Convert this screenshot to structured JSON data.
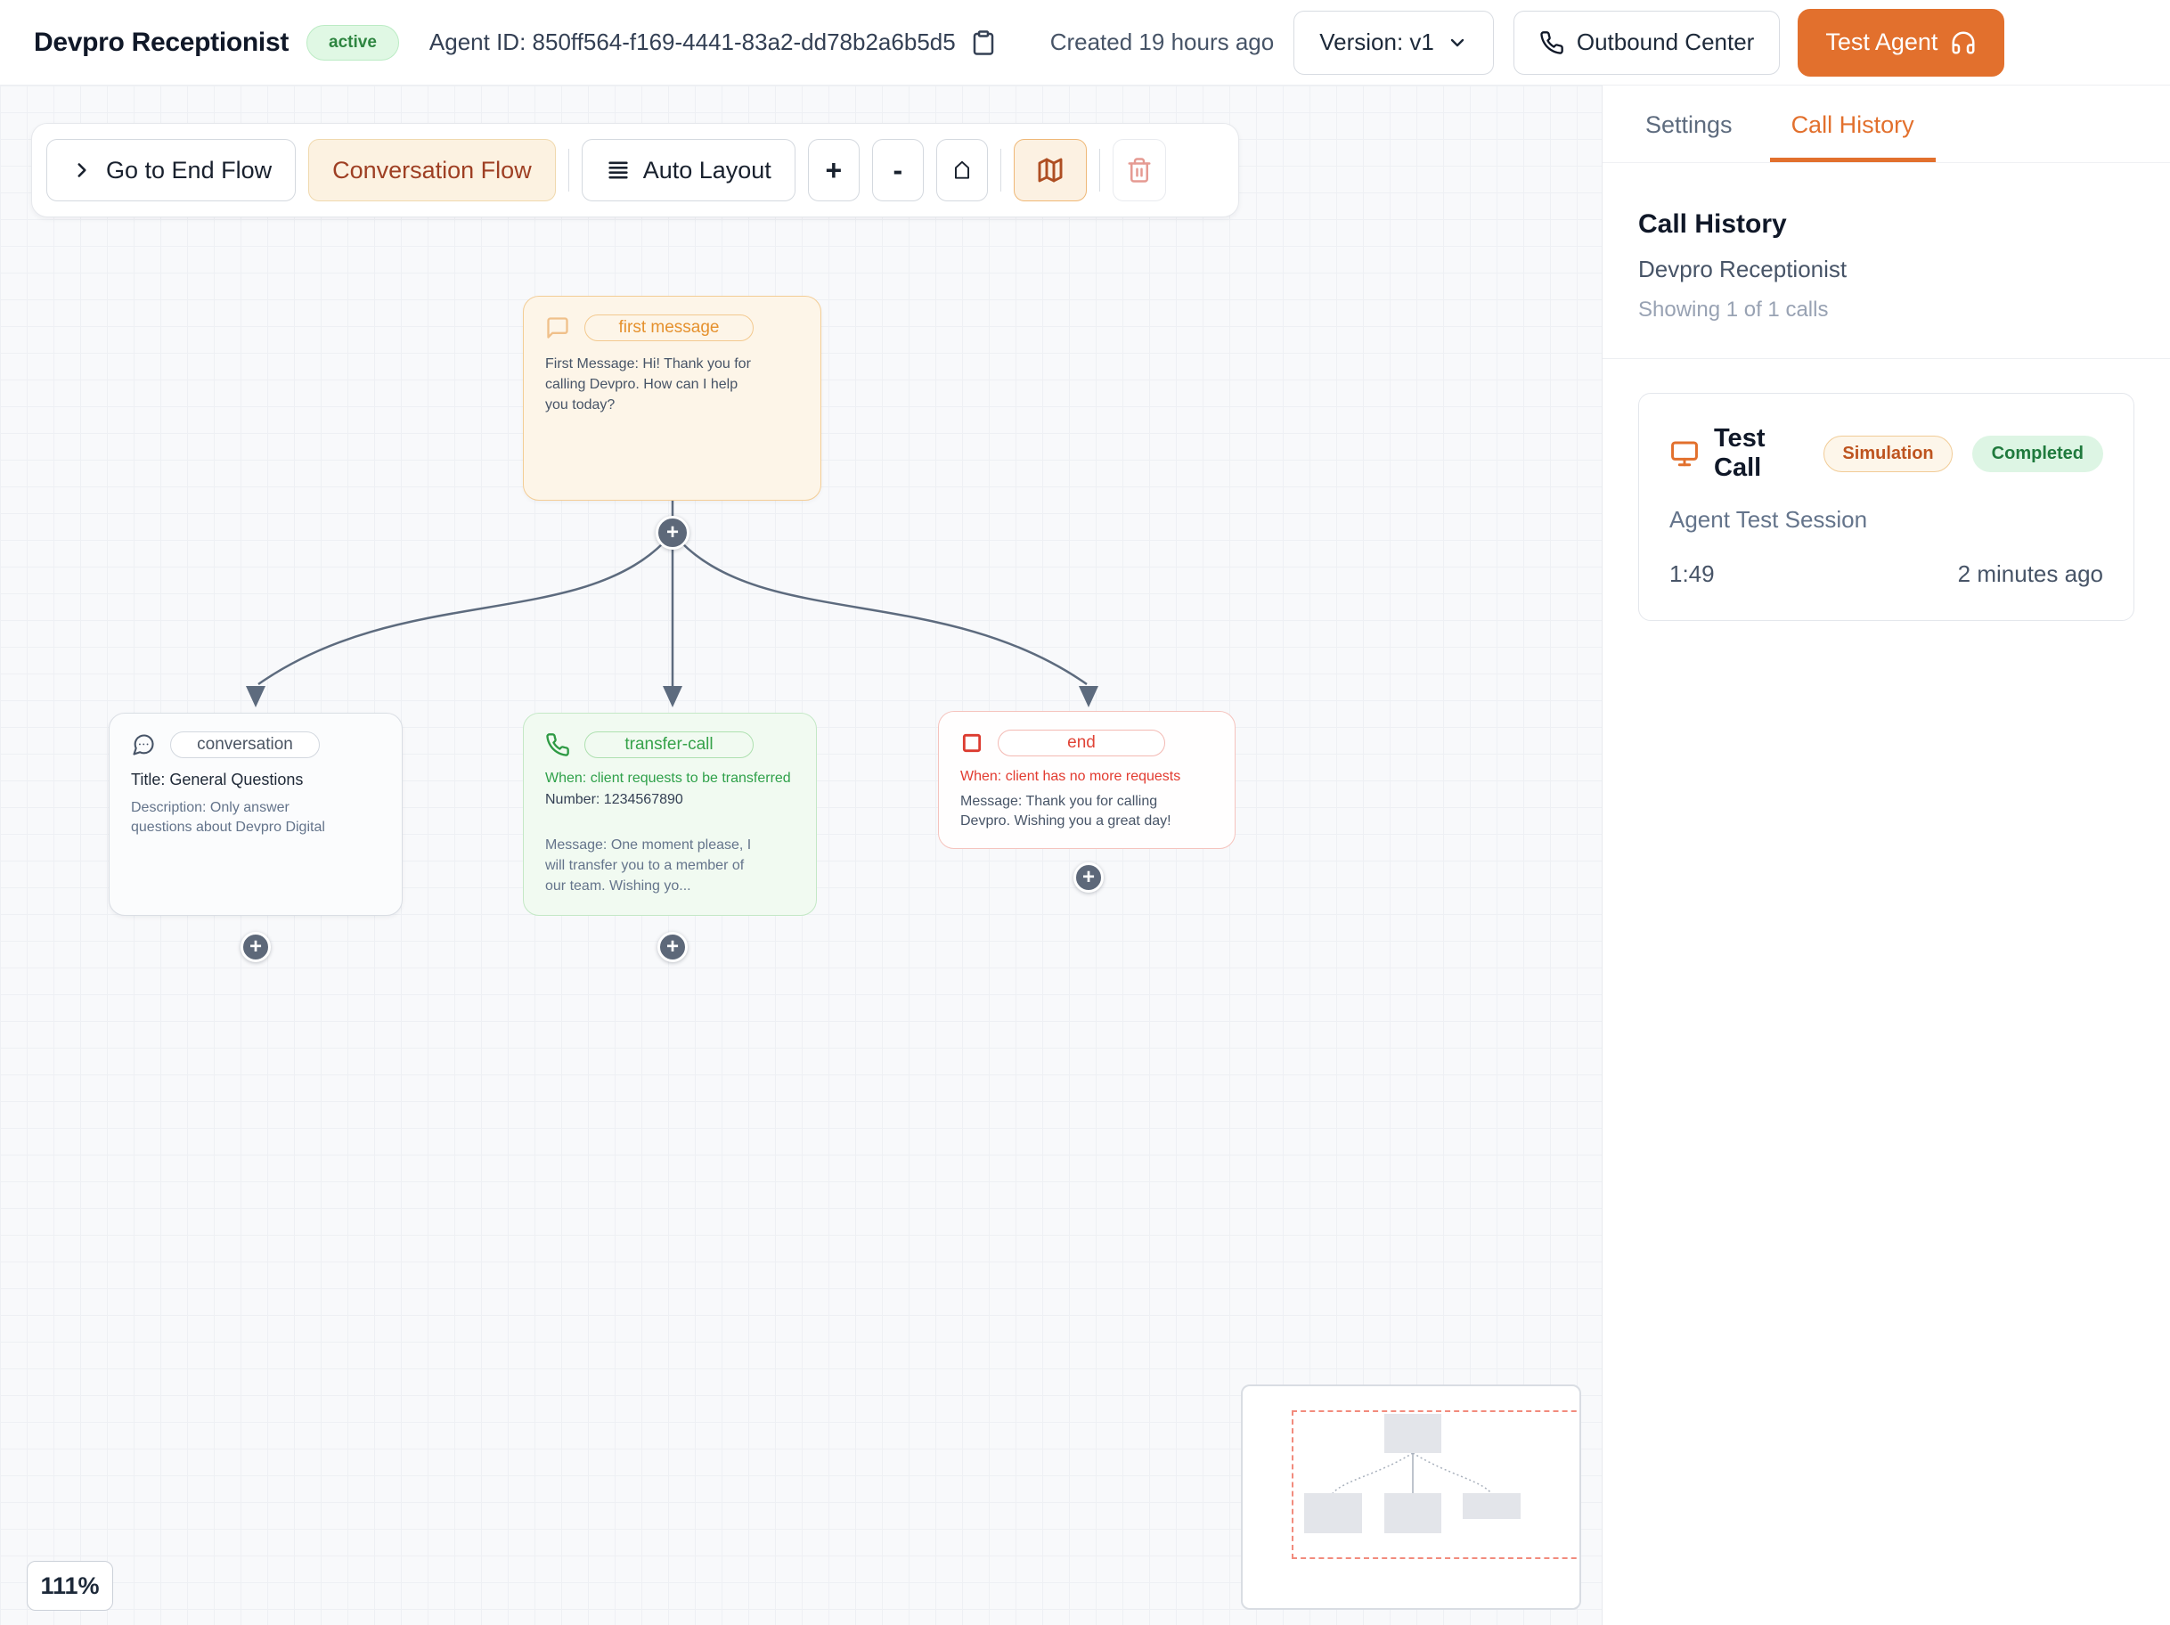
{
  "header": {
    "title": "Devpro Receptionist",
    "status_badge": "active",
    "agent_id": "Agent ID: 850ff564-f169-4441-83a2-dd78b2a6b5d5",
    "created": "Created 19 hours ago",
    "version_label": "Version: v1",
    "outbound_center_label": "Outbound Center",
    "test_agent_label": "Test Agent"
  },
  "toolbar": {
    "go_to_end_flow": "Go to End Flow",
    "conversation_flow": "Conversation Flow",
    "auto_layout": "Auto Layout",
    "zoom_in": "+",
    "zoom_out": "-"
  },
  "canvas": {
    "zoom_level": "111%",
    "plus": "+",
    "nodes": {
      "first_message": {
        "badge": "first message",
        "body": "First Message: Hi! Thank you for calling Devpro. How can I help you today?"
      },
      "conversation": {
        "badge": "conversation",
        "title": "Title: General Questions",
        "description": "Description: Only answer questions about Devpro Digital"
      },
      "transfer_call": {
        "badge": "transfer-call",
        "when": "When: client requests to be transferred",
        "number": "Number: 1234567890",
        "message": "Message: One moment please, I will transfer you to a member of our team. Wishing yo..."
      },
      "end": {
        "badge": "end",
        "when": "When: client has no more requests",
        "message": "Message: Thank you for calling Devpro. Wishing you a great day!"
      }
    }
  },
  "sidebar": {
    "tabs": [
      {
        "label": "Settings",
        "active": false
      },
      {
        "label": "Call History",
        "active": true
      }
    ],
    "heading": "Call History",
    "subheading": "Devpro Receptionist",
    "count_text": "Showing 1 of 1 calls",
    "call_card": {
      "title": "Test Call",
      "type_badge": "Simulation",
      "status_badge": "Completed",
      "session": "Agent Test Session",
      "duration": "1:49",
      "time_ago": "2 minutes ago"
    }
  },
  "icons": {
    "clipboard-icon": "copy agent id",
    "chevron-down-icon": "version menu",
    "phone-icon": "outbound center / transfer-call",
    "headphones-icon": "test agent",
    "chevron-right-icon": "go to end flow",
    "menu-lines-icon": "auto layout",
    "home-icon": "fit view",
    "map-icon": "toggle minimap",
    "trash-icon": "delete",
    "chat-square-icon": "first message node",
    "chat-dots-icon": "conversation node",
    "stop-square-icon": "end node",
    "monitor-icon": "test call"
  },
  "colors": {
    "accent_orange": "#E2702D",
    "active_green": "#2E8540",
    "transfer_green": "#36A24A",
    "end_red": "#E23B30",
    "edge_slate": "#5D6B7E",
    "canvas_bg": "#F8F9FB"
  }
}
